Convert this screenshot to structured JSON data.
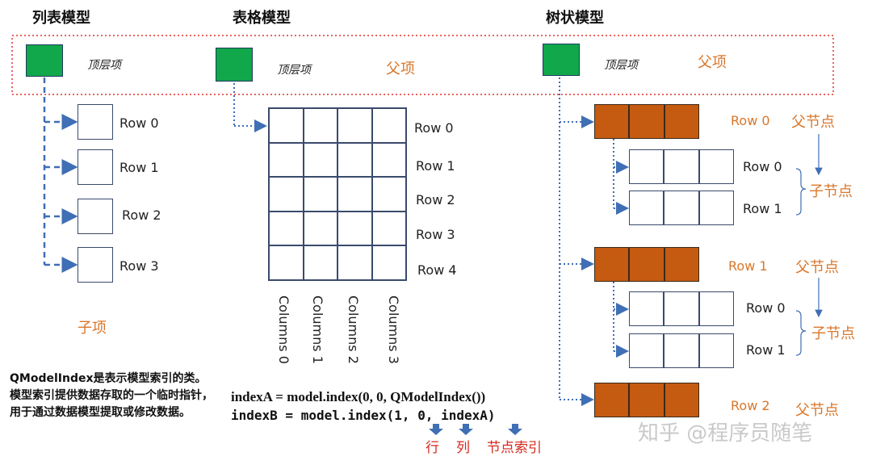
{
  "titles": {
    "list": "列表模型",
    "table": "表格模型",
    "tree": "树状模型"
  },
  "top_label": "顶层项",
  "parent_label": "父项",
  "child_label": "子项",
  "list_rows": [
    "Row 0",
    "Row 1",
    "Row 2",
    "Row 3"
  ],
  "table_rows": [
    "Row 0",
    "Row 1",
    "Row 2",
    "Row 3",
    "Row 4"
  ],
  "table_columns": [
    "Columns 0",
    "Columns 1",
    "Columns 2",
    "Columns 3"
  ],
  "tree": {
    "parent_rows": [
      "Row 0",
      "Row 1",
      "Row 2"
    ],
    "parent_node_label": "父节点",
    "child_node_label": "子节点",
    "child_rows": [
      "Row 0",
      "Row 1"
    ]
  },
  "note": "QModelIndex是表示模型索引的类。模型索引提供数据存取的一个临时指针，用于通过数据模型提取或修改数据。",
  "code": {
    "line1": "indexA = model.index(0, 0, QModelIndex())",
    "line2": "indexB = model.index(1, 0, indexA)"
  },
  "arg_labels": {
    "row": "行",
    "col": "列",
    "node": "节点索引"
  },
  "watermark": "知乎 @程序员随笔",
  "colors": {
    "green": "#10a84a",
    "orange_text": "#d9772b",
    "tree_cell": "#c55a11",
    "line_blue": "#3f6fb5",
    "red_text": "#d62a1f"
  }
}
